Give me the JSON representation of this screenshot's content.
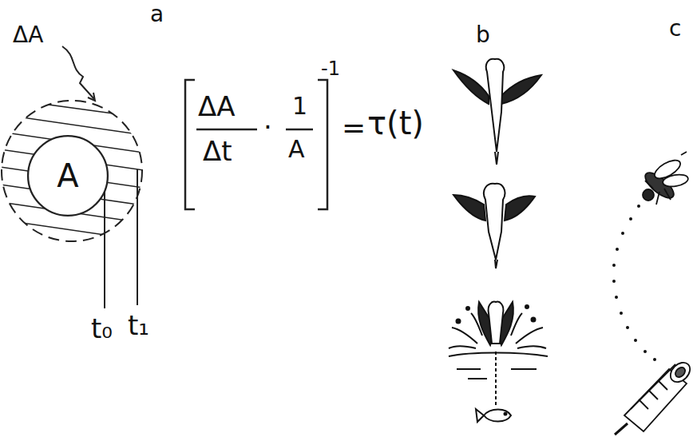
{
  "diagram": {
    "nodes": [
      {
        "text": [
          "A"
        ]
      }
    ],
    "labels": [
      "a",
      "b",
      "c",
      "ΔA",
      "t₀",
      "t₁",
      "ΔA",
      "Δt",
      "·",
      "1",
      "A",
      "-1",
      "=",
      "τ(t)"
    ]
  }
}
